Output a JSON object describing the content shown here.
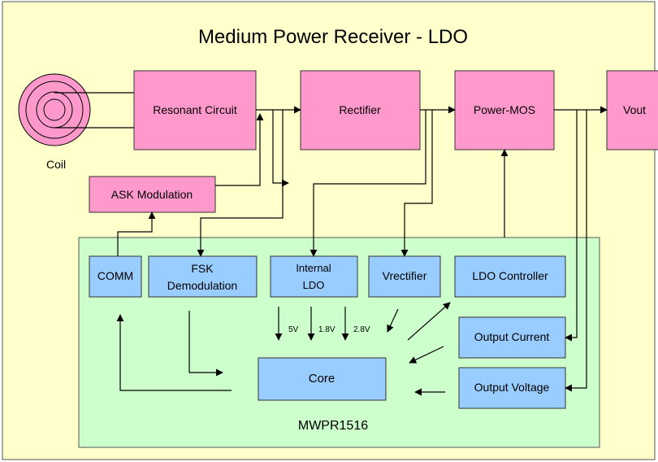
{
  "title": "Medium Power Receiver - LDO",
  "colors": {
    "background": "#ffffcc",
    "chip": "#ccffcc",
    "external_block": "#ff99cc",
    "internal_block": "#99ccff"
  },
  "coil": {
    "label": "Coil",
    "icon": "coil-icon"
  },
  "blocks": {
    "resonant": "Resonant Circuit",
    "rectifier": "Rectifier",
    "powermos": "Power-MOS",
    "vout": "Vout",
    "ask": "ASK Modulation"
  },
  "chip": {
    "name": "MWPR1516",
    "blocks": {
      "comm": "COMM",
      "fsk_line1": "FSK",
      "fsk_line2": "Demodulation",
      "ldo_line1": "Internal",
      "ldo_line2": "LDO",
      "vrect": "Vrectifier",
      "ldoctrl": "LDO Controller",
      "outcur": "Output Current",
      "outvolt": "Output Voltage",
      "core": "Core"
    },
    "rails": [
      "5V",
      "1.8V",
      "2.8V"
    ]
  }
}
